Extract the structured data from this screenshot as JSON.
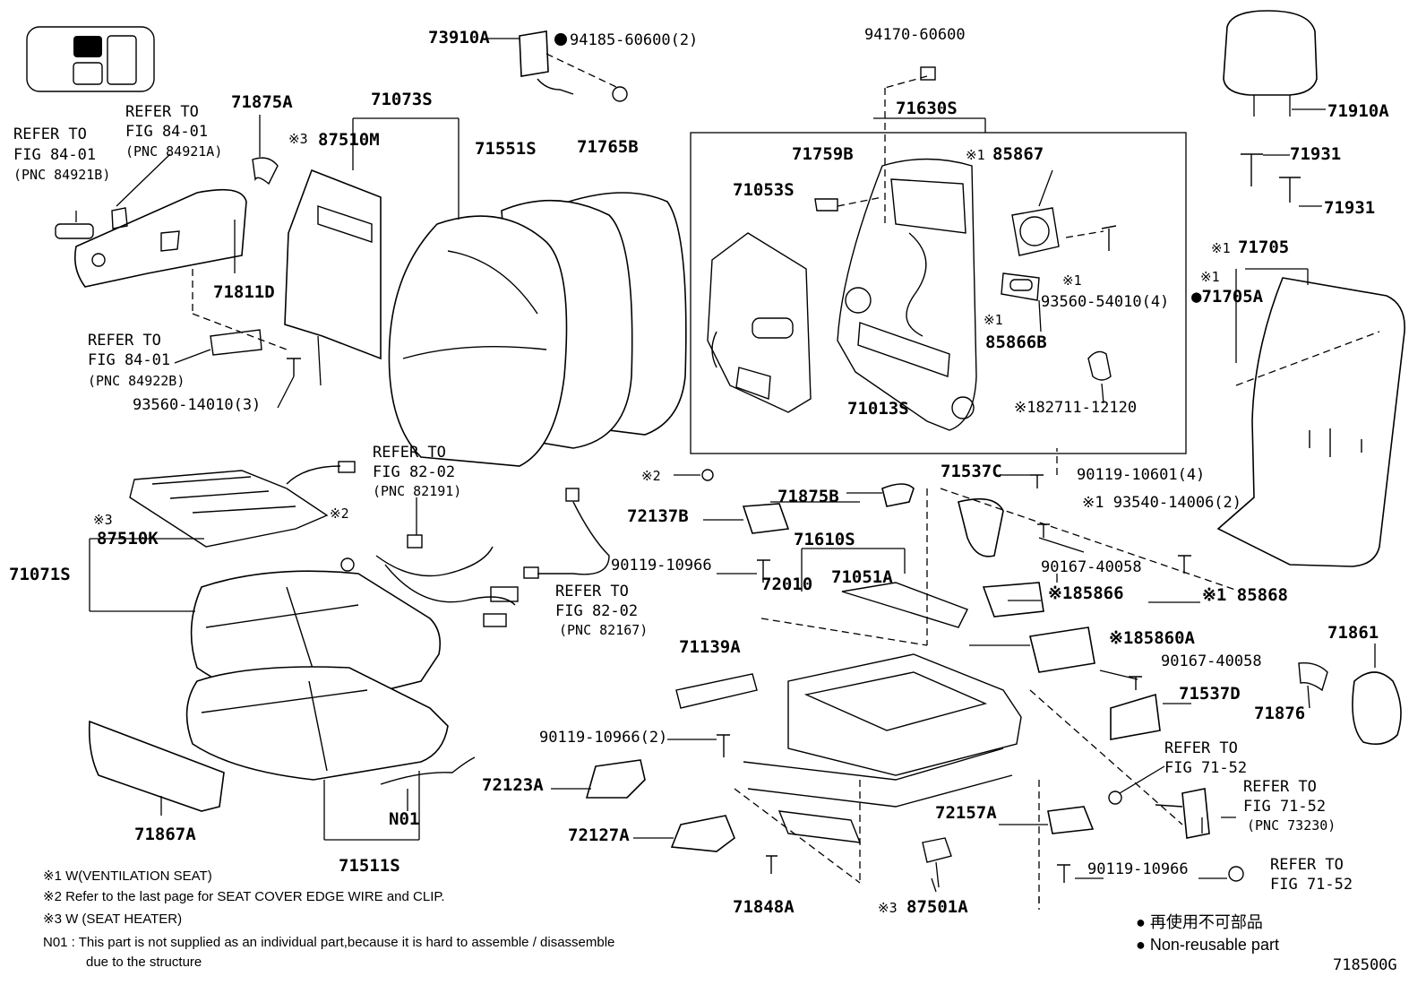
{
  "legend_box": {
    "label": "seat-position-indicator"
  },
  "labels": {
    "p73910A": "73910A",
    "p94185": "94185-60600(2)",
    "p94170": "94170-60600",
    "p71910A": "71910A",
    "p71875A": "71875A",
    "p71073S": "71073S",
    "p87510M_mark": "※3",
    "p87510M": "87510M",
    "p71551S": "71551S",
    "p71765B": "71765B",
    "p71630S": "71630S",
    "p71931a": "71931",
    "p71931b": "71931",
    "ref1_a": "REFER TO",
    "ref1_b": "FIG 84-01",
    "ref1_c": "(PNC 84921B)",
    "ref2_a": "REFER TO",
    "ref2_b": "FIG 84-01",
    "ref2_c": "(PNC 84921A)",
    "p71759B": "71759B",
    "p85867_mark": "※1",
    "p85867": "85867",
    "p71053S": "71053S",
    "p71811D": "71811D",
    "p71705_mark": "※1",
    "p71705": "71705",
    "p71705A_mark": "※1",
    "p71705A": "●71705A",
    "p93560_54010_mark": "※1",
    "p93560_54010": "93560-54010(4)",
    "p85866B_mark": "※1",
    "p85866B": "85866B",
    "ref3_a": "REFER TO",
    "ref3_b": "FIG 84-01",
    "ref3_c": "(PNC 84922B)",
    "p93560_14010": "93560-14010(3)",
    "p71013S": "71013S",
    "p82711": "※182711-12120",
    "ref4_a": "REFER TO",
    "ref4_b": "FIG 82-02",
    "ref4_c": "(PNC 82191)",
    "p2mark_top": "※2",
    "p71537C": "71537C",
    "p90119_10601": "90119-10601(4)",
    "p72137B": "72137B",
    "p71875B": "71875B",
    "p93540": "※1 93540-14006(2)",
    "p87510K_mark": "※3",
    "p87510K": "87510K",
    "p2mark_mid": "※2",
    "p71071S": "71071S",
    "p90119_10966a": "90119-10966",
    "p71610S": "71610S",
    "p90167_40058a": "90167-40058",
    "p72010": "72010",
    "p71051A": "71051A",
    "p85866": "※185866",
    "p85868": "※1 85868",
    "ref5_a": "REFER TO",
    "ref5_b": "FIG 82-02",
    "ref5_c": "(PNC 82167)",
    "p85860A": "※185860A",
    "p71861": "71861",
    "p71139A": "71139A",
    "p90167_40058b": "90167-40058",
    "p71537D": "71537D",
    "p71876": "71876",
    "p90119_10966_2": "90119-10966(2)",
    "ref6_a": "REFER TO",
    "ref6_b": "FIG 71-52",
    "p72123A": "72123A",
    "p71867A": "71867A",
    "p01N": "N01",
    "ref7_a": "REFER TO",
    "ref7_b": "FIG 71-52",
    "ref7_c": "(PNC 73230)",
    "p72127A": "72127A",
    "p72157A": "72157A",
    "p71511S": "71511S",
    "p90119_10966b": "90119-10966",
    "ref8_a": "REFER TO",
    "ref8_b": "FIG 71-52",
    "p71848A": "71848A",
    "p87501A_mark": "※3",
    "p87501A": "87501A"
  },
  "notes": {
    "n1": "※1 W(VENTILATION SEAT)",
    "n2": "※2 Refer to the last page for SEAT COVER EDGE WIRE and CLIP.",
    "n3": "※3 W (SEAT HEATER)",
    "n4a": "N01 : This part is not supplied as an individual part,because it is hard to assemble / disassemble",
    "n4b": "due to the structure"
  },
  "legend": {
    "reuse": "● 再使用不可部品",
    "nonreuse": "● Non-reusable part"
  },
  "figure_id": "718500G"
}
